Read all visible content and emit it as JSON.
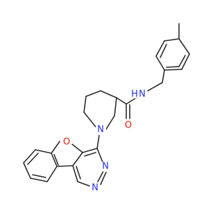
{
  "molecule": {
    "atoms": {
      "O_furan": {
        "symbol": "O",
        "color": "#e8180c"
      },
      "O_carbonyl": {
        "symbol": "O",
        "color": "#e8180c"
      },
      "N_amide": {
        "symbol": "N",
        "color": "#2233dd"
      },
      "H_amide": {
        "symbol": "H",
        "color": "#2233dd"
      },
      "N_piperidine": {
        "symbol": "N",
        "color": "#2233dd"
      },
      "N_pyrimidine_1": {
        "symbol": "N",
        "color": "#2233dd"
      },
      "N_pyrimidine_2": {
        "symbol": "N",
        "color": "#2233dd"
      }
    }
  }
}
